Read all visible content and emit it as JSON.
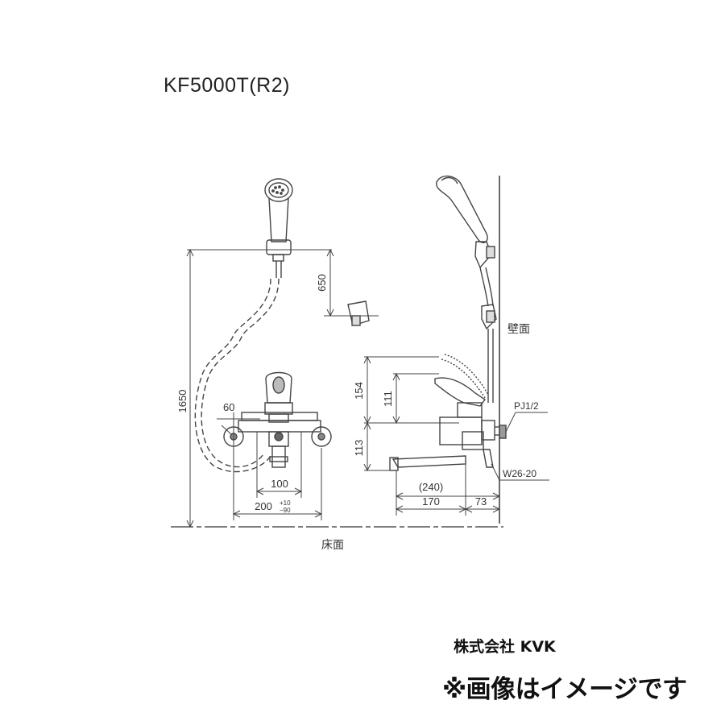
{
  "title": "KF5000T(R2)",
  "labels": {
    "wall": "壁面",
    "floor": "床面",
    "connection_thread": "PJ1/2",
    "spout_thread": "W26-20"
  },
  "dimensions": {
    "height_total": "1650",
    "hook_height": "650",
    "angle_60": "60",
    "width_100": "100",
    "width_200": "200",
    "tol_plus": "+10",
    "tol_minus": "−90",
    "lever_154": "154",
    "lever_111": "111",
    "spout_113": "113",
    "spout_240": "(240)",
    "spout_170": "170",
    "wall_73": "73"
  },
  "footer": {
    "maker": "株式会社 KVK",
    "notice": "※画像はイメージです"
  }
}
